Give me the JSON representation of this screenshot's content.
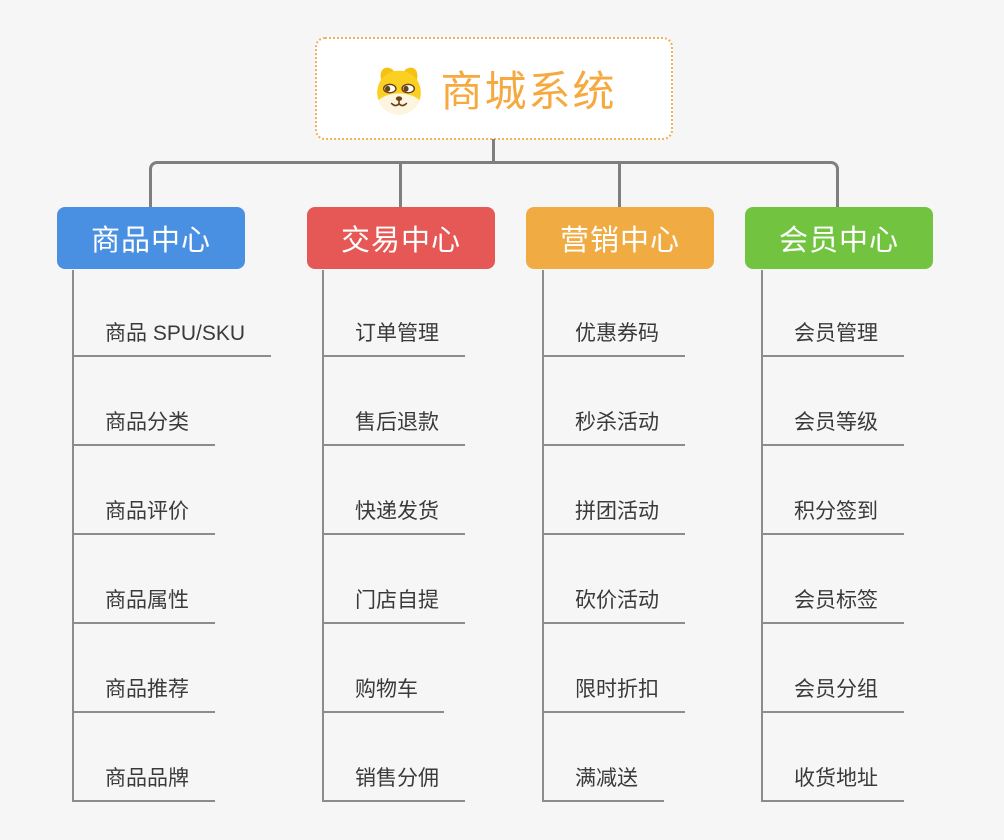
{
  "root": {
    "title": "商城系统",
    "icon": "dog-face-icon"
  },
  "branches": [
    {
      "label": "商品中心",
      "color": "#4a90e2",
      "items": [
        "商品 SPU/SKU",
        "商品分类",
        "商品评价",
        "商品属性",
        "商品推荐",
        "商品品牌"
      ]
    },
    {
      "label": "交易中心",
      "color": "#e55855",
      "items": [
        "订单管理",
        "售后退款",
        "快递发货",
        "门店自提",
        "购物车",
        "销售分佣"
      ]
    },
    {
      "label": "营销中心",
      "color": "#f0ab43",
      "items": [
        "优惠券码",
        "秒杀活动",
        "拼团活动",
        "砍价活动",
        "限时折扣",
        "满减送"
      ]
    },
    {
      "label": "会员中心",
      "color": "#72c440",
      "items": [
        "会员管理",
        "会员等级",
        "积分签到",
        "会员标签",
        "会员分组",
        "收货地址"
      ]
    }
  ],
  "colors": {
    "root-accent": "#f5a93f",
    "root-border": "#f0b05e",
    "connector": "#7f7f7f",
    "underline": "#8c8c8c"
  }
}
